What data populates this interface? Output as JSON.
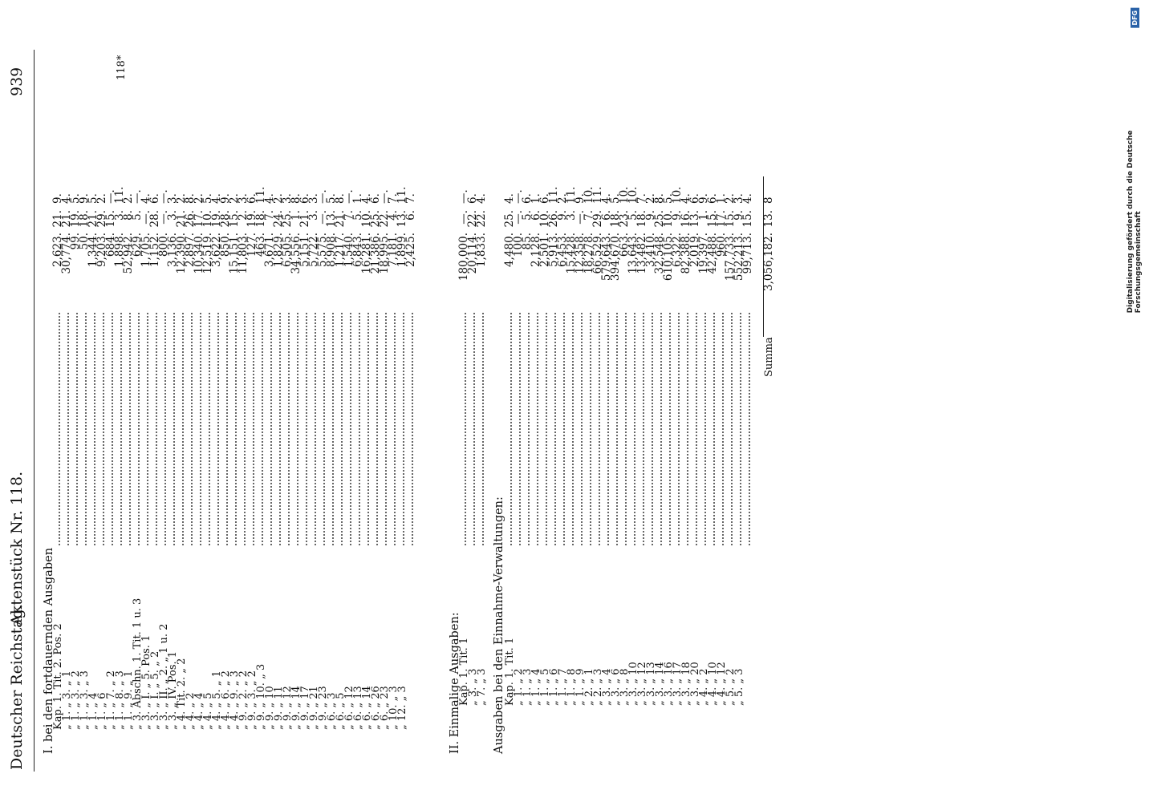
{
  "header": {
    "left": "Deutscher Reichstag.",
    "middle": "Aktenstück Nr. 118.",
    "page_number": "939",
    "marginal_number": "118*"
  },
  "sections": [
    {
      "title": "I. bei den fortdauernden Ausgaben",
      "rows": [
        {
          "label": "Kap. 1. Tit. 2. Pos. 2",
          "m": "2,623.",
          "s": "21.",
          "p": "9."
        },
        {
          "label": "„ 1. „ 3. „ 1",
          "m": "30,774.",
          "s": "21.",
          "p": "4."
        },
        {
          "label": "„ 1. „ 3. „ 2",
          "m": "99.",
          "s": "19.",
          "p": "5."
        },
        {
          "label": "„ 1. „ 3. „ 3",
          "m": "50.",
          "s": "18.",
          "p": "9."
        },
        {
          "label": "„ 1. „ 4",
          "m": "1,344.",
          "s": "21.",
          "p": "5."
        },
        {
          "label": "„ 1. „ 6",
          "m": "9,203.",
          "s": "29.",
          "p": "2."
        },
        {
          "label": "„ 1. „ 7. „ 2",
          "m": "684.",
          "s": "15.",
          "p": "—."
        },
        {
          "label": "„ 1. „ 8. „ 3",
          "m": "1,898.",
          "s": "3.",
          "p": "11."
        },
        {
          "label": "„ 1. „ 9. „ 1",
          "m": "52,942.",
          "s": "8.",
          "p": "2."
        },
        {
          "label": "„ 3. Abschn. 1. Tit. 1 u. 3",
          "m": "629.",
          "s": "5.",
          "p": "—."
        },
        {
          "label": "„ 3. „ I. „ 5. Pos. 1",
          "m": "1,705.",
          "s": "—.",
          "p": "4."
        },
        {
          "label": "„ 3. „ I. „ 5. „ 2",
          "m": "1,152.",
          "s": "28.",
          "p": "6."
        },
        {
          "label": "„ 3. „ II. „ 2. „ 1 u. 2",
          "m": "800.",
          "s": "—.",
          "p": "—."
        },
        {
          "label": "„ 3. „ IV. Pos. 1",
          "m": "3,136.",
          "s": "3.",
          "p": "3."
        },
        {
          "label": "„ 4. Tit. 2. „ 2",
          "m": "12,390.",
          "s": "21.",
          "p": "2."
        },
        {
          "label": "„ 4. „ 2",
          "m": "2,897.",
          "s": "26.",
          "p": "8."
        },
        {
          "label": "„ 4. „ 4",
          "m": "10,340.",
          "s": "17.",
          "p": "2."
        },
        {
          "label": "„ 4. „ 5",
          "m": "12,519.",
          "s": "10.",
          "p": "5."
        },
        {
          "label": "„ 4. „ 5. „ 1",
          "m": "3,622.",
          "s": "19.",
          "p": "4."
        },
        {
          "label": "„ 4. „ 6. „ 2",
          "m": "850.",
          "s": "28.",
          "p": "9."
        },
        {
          "label": "„ 4. „ 9. „ 3",
          "m": "15,151.",
          "s": "15.",
          "p": "2."
        },
        {
          "label": "„ 9. „ 2. „ 2",
          "m": "11,803.",
          "s": "2.",
          "p": "3."
        },
        {
          "label": "„ 9. „ 3. „ 2",
          "m": "127.",
          "s": "19.",
          "p": "6."
        },
        {
          "label": "„ 9. „ 10. „ 3",
          "m": "463.",
          "s": "18.",
          "p": "11."
        },
        {
          "label": "„ 9. „ 10",
          "m": "3,671.",
          "s": "7.",
          "p": "4."
        },
        {
          "label": "„ 9. „ 11",
          "m": "1,829.",
          "s": "24.",
          "p": "2."
        },
        {
          "label": "„ 9. „ 12",
          "m": "6,505.",
          "s": "25.",
          "p": "3."
        },
        {
          "label": "„ 9. „ 14",
          "m": "34,556.",
          "s": "1.",
          "p": "8."
        },
        {
          "label": "„ 9. „ 17",
          "m": "5,151.",
          "s": "21.",
          "p": "6."
        },
        {
          "label": "„ 9. „ 21",
          "m": "5,722.",
          "s": "3.",
          "p": "3."
        },
        {
          "label": "„ 9. „ 23",
          "m": "5,575.",
          "s": "—.",
          "p": "—."
        },
        {
          "label": "„ 6. „ 3",
          "m": "8,908.",
          "s": "13.",
          "p": "5."
        },
        {
          "label": "„ 6. „ 5",
          "m": "1,217.",
          "s": "21.",
          "p": "8."
        },
        {
          "label": "„ 6. „ 12",
          "m": "1,540.",
          "s": "7.",
          "p": "—."
        },
        {
          "label": "„ 6. „ 13",
          "m": "6,843.",
          "s": "5.",
          "p": "1."
        },
        {
          "label": "„ 6. „ 14",
          "m": "16,281.",
          "s": "10.",
          "p": "4."
        },
        {
          "label": "„ 6. „ 26",
          "m": "21,386.",
          "s": "25.",
          "p": "6."
        },
        {
          "label": "„ 6. „ 23",
          "m": "18,995.",
          "s": "22.",
          "p": "—."
        },
        {
          "label": "„ 10. „ 3",
          "m": "7,181.",
          "s": "4.",
          "p": "7."
        },
        {
          "label": "„ 12. „ 3",
          "m": "1,899.",
          "s": "13.",
          "p": "11."
        },
        {
          "label": "",
          "m": "2,425.",
          "s": "6.",
          "p": "7."
        }
      ]
    },
    {
      "title": "II. Einmalige Ausgaben:",
      "rows": [
        {
          "label": "Kap. 1. Tit. 1",
          "m": "180,000.",
          "s": "—.",
          "p": "—."
        },
        {
          "label": "„ 3. „ 3",
          "m": "20,114.",
          "s": "22.",
          "p": "6."
        },
        {
          "label": "„ 7. „ 3",
          "m": "1,833.",
          "s": "22.",
          "p": "4."
        }
      ]
    },
    {
      "title": "Ausgaben bei den Einnahme-Verwaltungen:",
      "rows": [
        {
          "label": "Kap. 1. Tit. 1",
          "m": "4,480.",
          "s": "25.",
          "p": "4."
        },
        {
          "label": "„ 1. „ 2",
          "m": "100.",
          "s": "—.",
          "p": "—."
        },
        {
          "label": "„ 1. „ 3",
          "m": "85.",
          "s": "5.",
          "p": "6."
        },
        {
          "label": "„ 1. „ 4",
          "m": "2,128.",
          "s": "6.",
          "p": "1."
        },
        {
          "label": "„ 1. „ 5",
          "m": "2,501.",
          "s": "10.",
          "p": "6."
        },
        {
          "label": "„ 1. „ 6",
          "m": "5,913.",
          "s": "26.",
          "p": "11."
        },
        {
          "label": "„ 1. „ 7",
          "m": "6,453.",
          "s": "9.",
          "p": "2."
        },
        {
          "label": "„ 1. „ 8",
          "m": "15,428.",
          "s": "3.",
          "p": "11."
        },
        {
          "label": "„ 1. „ 9",
          "m": "12,358.",
          "s": "—.",
          "p": "9."
        },
        {
          "label": "„ 2. „ 1",
          "m": "18,278.",
          "s": "7.",
          "p": "10."
        },
        {
          "label": "„ 2. „ 3",
          "m": "66,529.",
          "s": "29.",
          "p": "11."
        },
        {
          "label": "„ 3. „ 4",
          "m": "579,643.",
          "s": "6.",
          "p": "4."
        },
        {
          "label": "„ 3. „ 6",
          "m": "394,670.",
          "s": "18.",
          "p": "5."
        },
        {
          "label": "„ 3. „ 8",
          "m": "663.",
          "s": "23.",
          "p": "10."
        },
        {
          "label": "„ 3. „ 10",
          "m": "13,643.",
          "s": "5.",
          "p": "10."
        },
        {
          "label": "„ 3. „ 12",
          "m": "13,482.",
          "s": "18.",
          "p": "7."
        },
        {
          "label": "„ 3. „ 13",
          "m": "3,410.",
          "s": "9.",
          "p": "2."
        },
        {
          "label": "„ 3. „ 14",
          "m": "32,548.",
          "s": "25.",
          "p": "8."
        },
        {
          "label": "„ 3. „ 16",
          "m": "610,105.",
          "s": "10.",
          "p": "5."
        },
        {
          "label": "„ 3. „ 17",
          "m": "6,322.",
          "s": "9.",
          "p": "10."
        },
        {
          "label": "„ 3. „ 18",
          "m": "82,388.",
          "s": "16.",
          "p": "4."
        },
        {
          "label": "„ 3. „ 20",
          "m": "2,019.",
          "s": "13.",
          "p": "6."
        },
        {
          "label": "„ 4. „ 2",
          "m": "19,397.",
          "s": "1.",
          "p": "9."
        },
        {
          "label": "„ 4. „ 10",
          "m": "42,488.",
          "s": "15.",
          "p": "6."
        },
        {
          "label": "„ 4. „ 12",
          "m": "960.",
          "s": "17.",
          "p": "1."
        },
        {
          "label": "„ 5. „ 2",
          "m": "157,733.",
          "s": "15.",
          "p": "2."
        },
        {
          "label": "„ 5. „ 3",
          "m": "552,213.",
          "s": "9.",
          "p": "3."
        },
        {
          "label": "",
          "m": "99,713.",
          "s": "15.",
          "p": "4."
        }
      ]
    }
  ],
  "total": {
    "label": "Summa",
    "m": "3,056,182.",
    "s": "13.",
    "p": "8"
  },
  "sidebar": {
    "badge": "DFG",
    "note": "Digitalisierung gefördert durch die Deutsche Forschungsgemeinschaft"
  }
}
